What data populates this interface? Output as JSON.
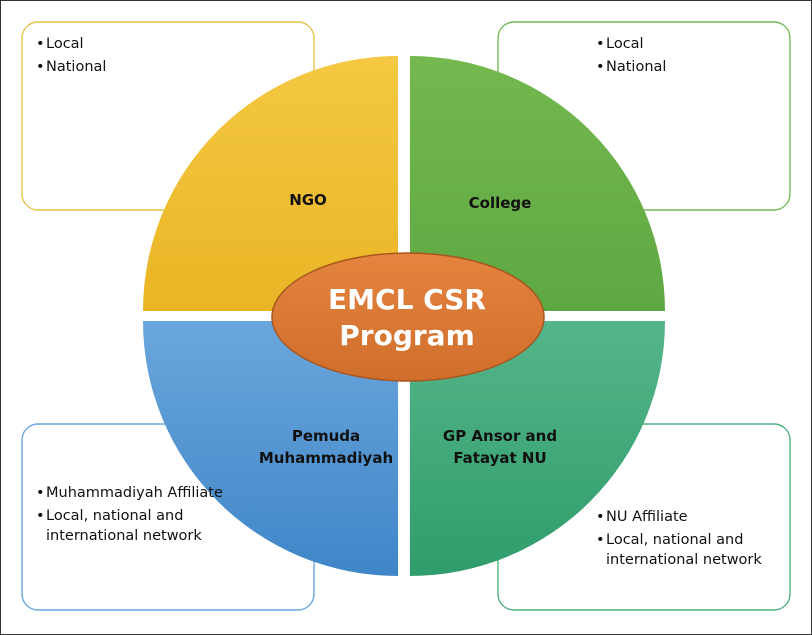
{
  "center": {
    "title_line1": "EMCL CSR",
    "title_line2": "Program"
  },
  "quadrants": {
    "top_left": {
      "label_line1": "NGO",
      "label_line2": ""
    },
    "top_right": {
      "label_line1": "College",
      "label_line2": ""
    },
    "bottom_left": {
      "label_line1": "Pemuda",
      "label_line2": "Muhammadiyah"
    },
    "bottom_right": {
      "label_line1": "GP Ansor and",
      "label_line2": "Fatayat NU"
    }
  },
  "notes": {
    "top_left": [
      "Local",
      "National"
    ],
    "top_right": [
      "Local",
      "National"
    ],
    "bottom_left": [
      "Muhammadiyah Affiliate",
      "Local, national and international network"
    ],
    "bottom_right": [
      "NU Affiliate",
      "Local, national and international network"
    ]
  },
  "colors": {
    "ngo": "#f1c232",
    "college": "#6ab04c",
    "pemuda": "#5b9bd5",
    "gp_ansor": "#3da97a",
    "center": "#e07b39"
  }
}
